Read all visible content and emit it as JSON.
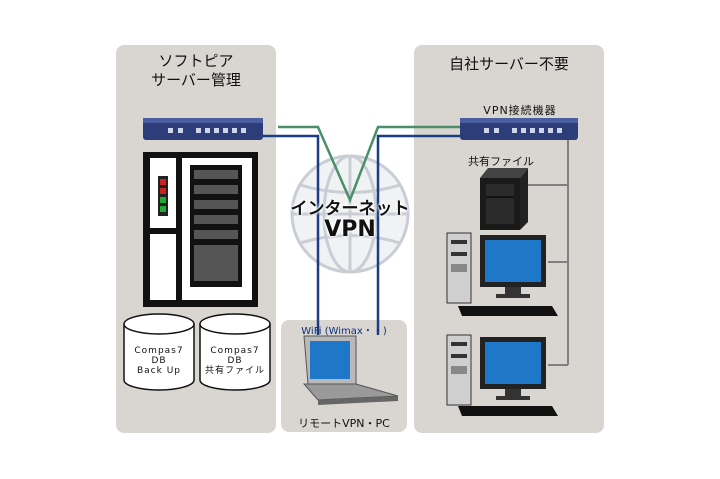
{
  "left_panel": {
    "title_line1": "ソフトピア",
    "title_line2": "サーバー管理"
  },
  "right_panel": {
    "title": "自社サーバー不要",
    "vpn_device_label": "VPN接続機器",
    "nas_label": "共有ファイル"
  },
  "center": {
    "internet_label": "インターネット",
    "vpn_label": "VPN"
  },
  "remote": {
    "wifi_label": "WiFi (Wimax・・)",
    "client_label": "リモートVPN・PC"
  },
  "databases": [
    {
      "line1": "Compas7",
      "line2": "DB",
      "line3": "Back Up"
    },
    {
      "line1": "Compas7",
      "line2": "DB",
      "line3": "共有ファイル"
    }
  ],
  "colors": {
    "panel": "#d9d6d1",
    "green_link": "#4a8f6a",
    "blue_link": "#1a3d86",
    "router": "#2d3d7a"
  }
}
